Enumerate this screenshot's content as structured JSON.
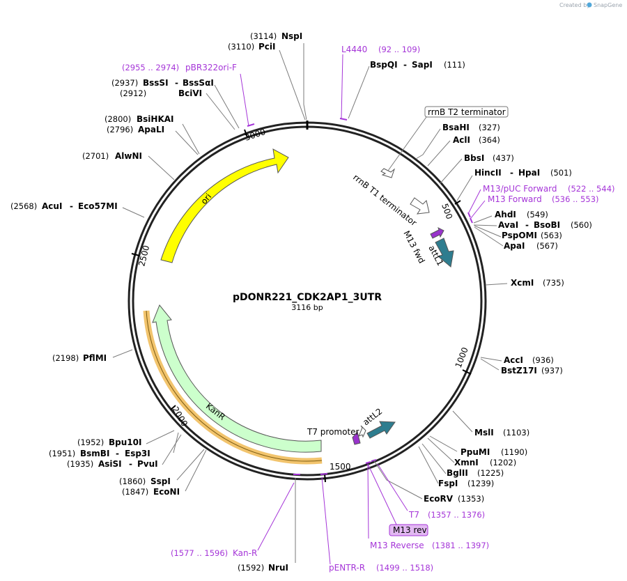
{
  "watermark": {
    "text": "Created by",
    "brand": "SnapGene"
  },
  "plasmid": {
    "name": "pDONR221_CDK2AP1_3UTR",
    "size_label": "3116 bp"
  },
  "ticks": [
    "500",
    "1000",
    "1500",
    "2000",
    "2500",
    "3000"
  ],
  "features": [
    {
      "label": "ori",
      "color": "#ffff00"
    },
    {
      "label": "KanR",
      "color": "#ccffcc"
    },
    {
      "label": "rrnB T2 terminator",
      "color": "#ffffff"
    },
    {
      "label": "rrnB T1 terminator",
      "color": "#ffffff"
    },
    {
      "label": "M13 fwd",
      "color": "#9933cc"
    },
    {
      "label": "attL1",
      "color": "#2e7d8f"
    },
    {
      "label": "T7 promoter",
      "color": "#ffffff"
    },
    {
      "label": "attL2",
      "color": "#2e7d8f"
    }
  ],
  "enzymes": [
    {
      "name": "NspI",
      "pos": "(3114)"
    },
    {
      "name": "PciI",
      "pos": "(3110)"
    },
    {
      "name": "BspQI",
      "name2": "SapI",
      "pos": "(111)"
    },
    {
      "name": "BssSI",
      "name2": "BssSαI",
      "pos": "(2937)"
    },
    {
      "name": "BciVI",
      "pos": "(2912)"
    },
    {
      "name": "BsaHI",
      "pos": "(327)"
    },
    {
      "name": "AclI",
      "pos": "(364)"
    },
    {
      "name": "BsiHKAI",
      "pos": "(2800)"
    },
    {
      "name": "ApaLI",
      "pos": "(2796)"
    },
    {
      "name": "BbsI",
      "pos": "(437)"
    },
    {
      "name": "AlwNI",
      "pos": "(2701)"
    },
    {
      "name": "HincII",
      "name2": "HpaI",
      "pos": "(501)"
    },
    {
      "name": "AcuI",
      "name2": "Eco57MI",
      "pos": "(2568)"
    },
    {
      "name": "AhdI",
      "pos": "(549)"
    },
    {
      "name": "AvaI",
      "name2": "BsoBI",
      "pos": "(560)"
    },
    {
      "name": "PspOMI",
      "pos": "(563)"
    },
    {
      "name": "ApaI",
      "pos": "(567)"
    },
    {
      "name": "XcmI",
      "pos": "(735)"
    },
    {
      "name": "PflMI",
      "pos": "(2198)"
    },
    {
      "name": "AccI",
      "pos": "(936)"
    },
    {
      "name": "BstZ17I",
      "pos": "(937)"
    },
    {
      "name": "MslI",
      "pos": "(1103)"
    },
    {
      "name": "Bpu10I",
      "pos": "(1952)"
    },
    {
      "name": "BsmBI",
      "name2": "Esp3I",
      "pos": "(1951)"
    },
    {
      "name": "AsiSI",
      "name2": "PvuI",
      "pos": "(1935)"
    },
    {
      "name": "PpuMI",
      "pos": "(1190)"
    },
    {
      "name": "XmnI",
      "pos": "(1202)"
    },
    {
      "name": "BglII",
      "pos": "(1225)"
    },
    {
      "name": "FspI",
      "pos": "(1239)"
    },
    {
      "name": "SspI",
      "pos": "(1860)"
    },
    {
      "name": "EcoNI",
      "pos": "(1847)"
    },
    {
      "name": "EcoRV",
      "pos": "(1353)"
    },
    {
      "name": "NruI",
      "pos": "(1592)"
    }
  ],
  "primers": [
    {
      "name": "L4440",
      "pos": "(92 .. 109)"
    },
    {
      "name": "pBR322ori-F",
      "pos": "(2955 .. 2974)"
    },
    {
      "name": "M13/pUC Forward",
      "pos": "(522 .. 544)"
    },
    {
      "name": "M13 Forward",
      "pos": "(536 .. 553)"
    },
    {
      "name": "T7",
      "pos": "(1357 .. 1376)"
    },
    {
      "name": "M13 rev",
      "pos": ""
    },
    {
      "name": "M13 Reverse",
      "pos": "(1381 .. 1397)"
    },
    {
      "name": "Kan-R",
      "pos": "(1577 .. 1596)"
    },
    {
      "name": "pENTR-R",
      "pos": "(1499 .. 1518)"
    }
  ],
  "colors": {
    "primer": "#a535d8",
    "backbone": "#222222",
    "leader": "#7a7a7a"
  }
}
